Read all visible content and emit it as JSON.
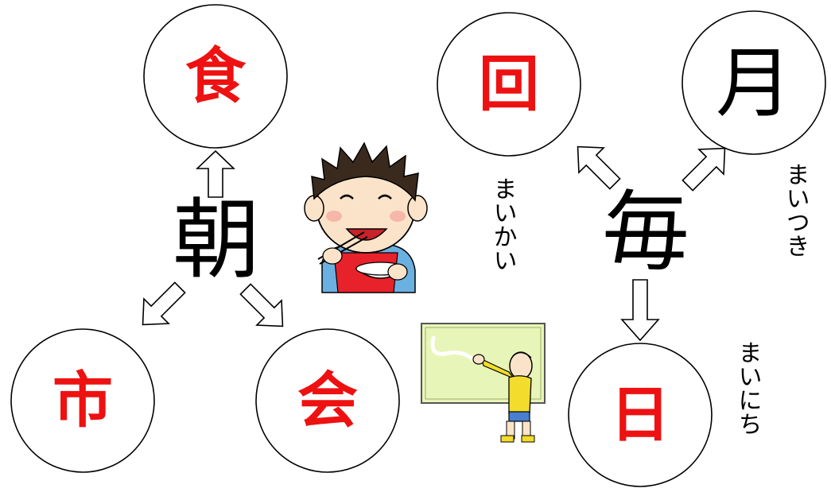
{
  "colors": {
    "red_kanji": "#ee1111",
    "black_kanji": "#000000",
    "board": "#e8f5b8",
    "skin": "#fbe3c9"
  },
  "left_group": {
    "center": "朝",
    "top": "食",
    "bottom_left": "市",
    "bottom_right": "会"
  },
  "right_group": {
    "center": "毎",
    "top_left": "回",
    "top_right": "月",
    "bottom": "日",
    "readings": {
      "kai": "まいかい",
      "tsuki": "まいつき",
      "nichi": "まいにち"
    }
  },
  "illustrations": {
    "boy_eating": "boy-eating-rice-illustration",
    "blackboard": "boy-writing-on-blackboard-illustration"
  }
}
